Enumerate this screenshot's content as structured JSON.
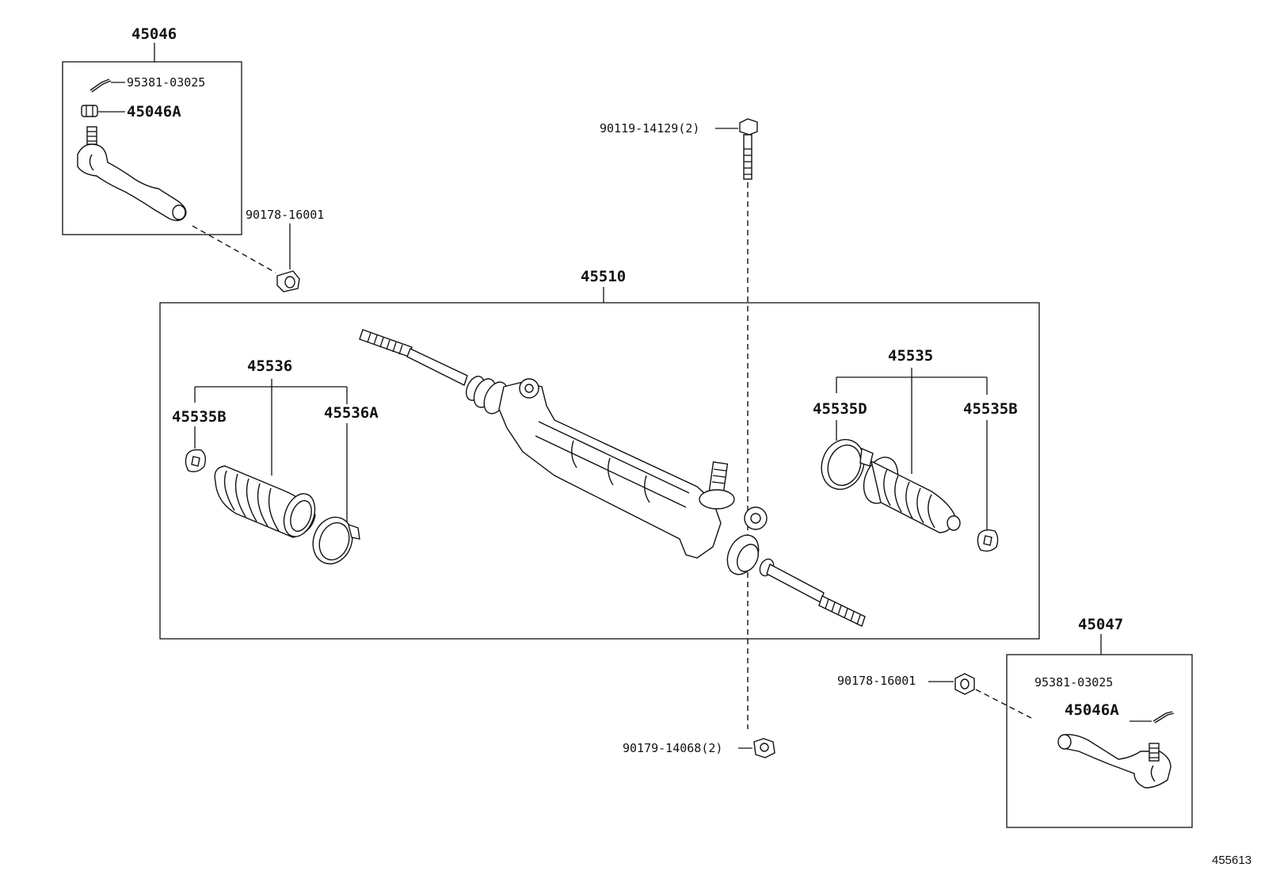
{
  "labels": {
    "tie_rod_end_left": "45046",
    "cotter_pin_left": "95381-03025",
    "nut_left": "45046A",
    "nut_left_bottom": "90178-16001",
    "bolt": "90119-14129(2)",
    "gear_assy": "45510",
    "boot_kit_left": "45536",
    "clamp_left_small": "45535B",
    "clamp_left_large": "45536A",
    "boot_kit_right": "45535",
    "clamp_right_large": "45535D",
    "clamp_right_small": "45535B",
    "tie_rod_end_right": "45047",
    "nut_right_bottom": "90178-16001",
    "cotter_pin_right": "95381-03025",
    "nut_right": "45046A",
    "nut_bottom": "90179-14068(2)",
    "figure_ref": "455613"
  }
}
